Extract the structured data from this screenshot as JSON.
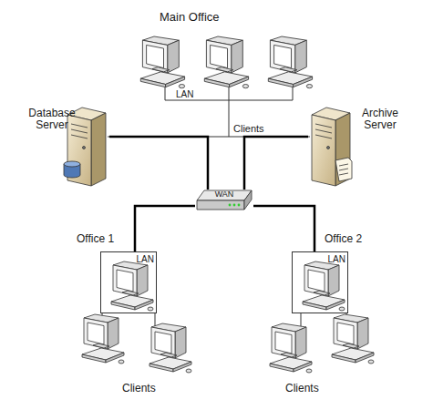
{
  "diagram": {
    "nodes": [
      {
        "text": [
          "Database Server"
        ]
      },
      {
        "text": [
          "Archive Server"
        ]
      },
      {
        "text": [
          "WAN"
        ]
      },
      {
        "text": [
          "LAN"
        ]
      },
      {
        "text": [
          "LAN"
        ]
      }
    ],
    "edges": [
      {
        "from": 0,
        "to": 2,
        "arrow": "none"
      },
      {
        "from": 1,
        "to": 2,
        "arrow": "none"
      },
      {
        "from": 2,
        "to": 3,
        "arrow": "none"
      },
      {
        "from": 2,
        "to": 4,
        "arrow": "none"
      }
    ],
    "labels": [
      "Main Office",
      "LAN",
      "Clients",
      "Office 1",
      "Office 2",
      "Clients",
      "Clients"
    ]
  }
}
